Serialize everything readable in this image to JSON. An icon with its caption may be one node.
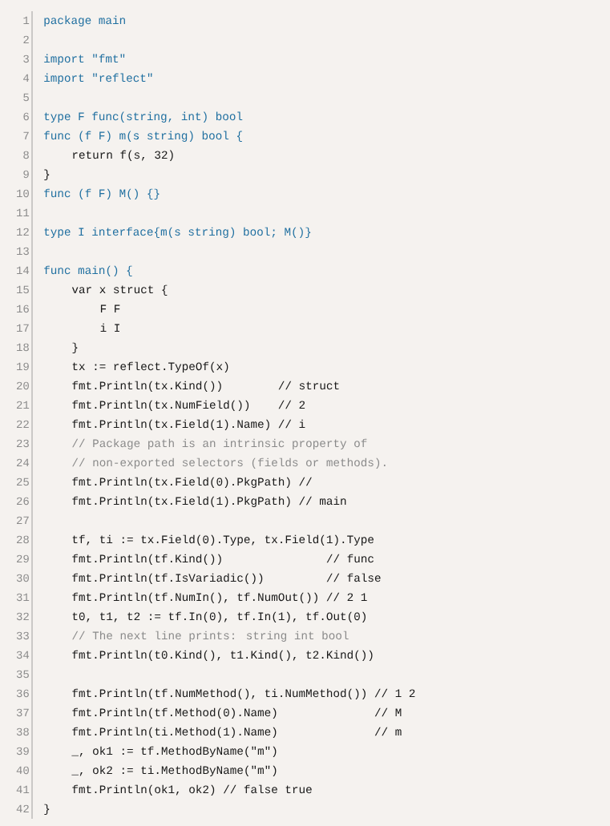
{
  "diagram": {
    "labels": [
      "1",
      "package main",
      "2",
      "3",
      "import \"fmt\"",
      "4",
      "import \"reflect\"",
      "5",
      "6",
      "type F func(string, int) bool",
      "7",
      "func (f F) m(s string) bool {",
      "8",
      "return f(s, 32)",
      "9",
      "}",
      "10",
      "func (f F) M() {}",
      "11",
      "12",
      "type I interface{m(s string) bool; M()}",
      "13",
      "14",
      "func main() {",
      "15",
      "var x struct {",
      "16",
      "F F",
      "17",
      "i I",
      "18",
      "}",
      "19",
      "tx := reflect.TypeOf(x)",
      "20",
      "fmt.Println(tx.Kind())        // struct",
      "21",
      "fmt.Println(tx.NumField())    // 2",
      "22",
      "fmt.Println(tx.Field(1).Name) // i",
      "23",
      "// Package path is an intrinsic property of",
      "24",
      "// non-exported selectors (fields or methods).",
      "25",
      "fmt.Println(tx.Field(0).PkgPath) //",
      "26",
      "fmt.Println(tx.Field(1).PkgPath) // main",
      "27",
      "28",
      "tf, ti := tx.Field(0).Type, tx.Field(1).Type",
      "29",
      "fmt.Println(tf.Kind())               // func",
      "30",
      "fmt.Println(tf.IsVariadic())         // false",
      "31",
      "fmt.Println(tf.NumIn(), tf.NumOut()) // 2 1",
      "32",
      "t0, t1, t2 := tf.In(0), tf.In(1), tf.Out(0)",
      "33",
      "// The next line prints: string int bool",
      "34",
      "fmt.Println(t0.Kind(), t1.Kind(), t2.Kind())",
      "35",
      "36",
      "fmt.Println(tf.NumMethod(), ti.NumMethod()) // 1 2",
      "37",
      "fmt.Println(tf.Method(0).Name)              // M",
      "38",
      "fmt.Println(ti.Method(1).Name)              // m",
      "39",
      "_, ok1 := tf.MethodByName(\"m\")",
      "40",
      "_, ok2 := ti.MethodByName(\"m\")",
      "41",
      "fmt.Println(ok1, ok2) // false true",
      "42",
      "}"
    ]
  }
}
